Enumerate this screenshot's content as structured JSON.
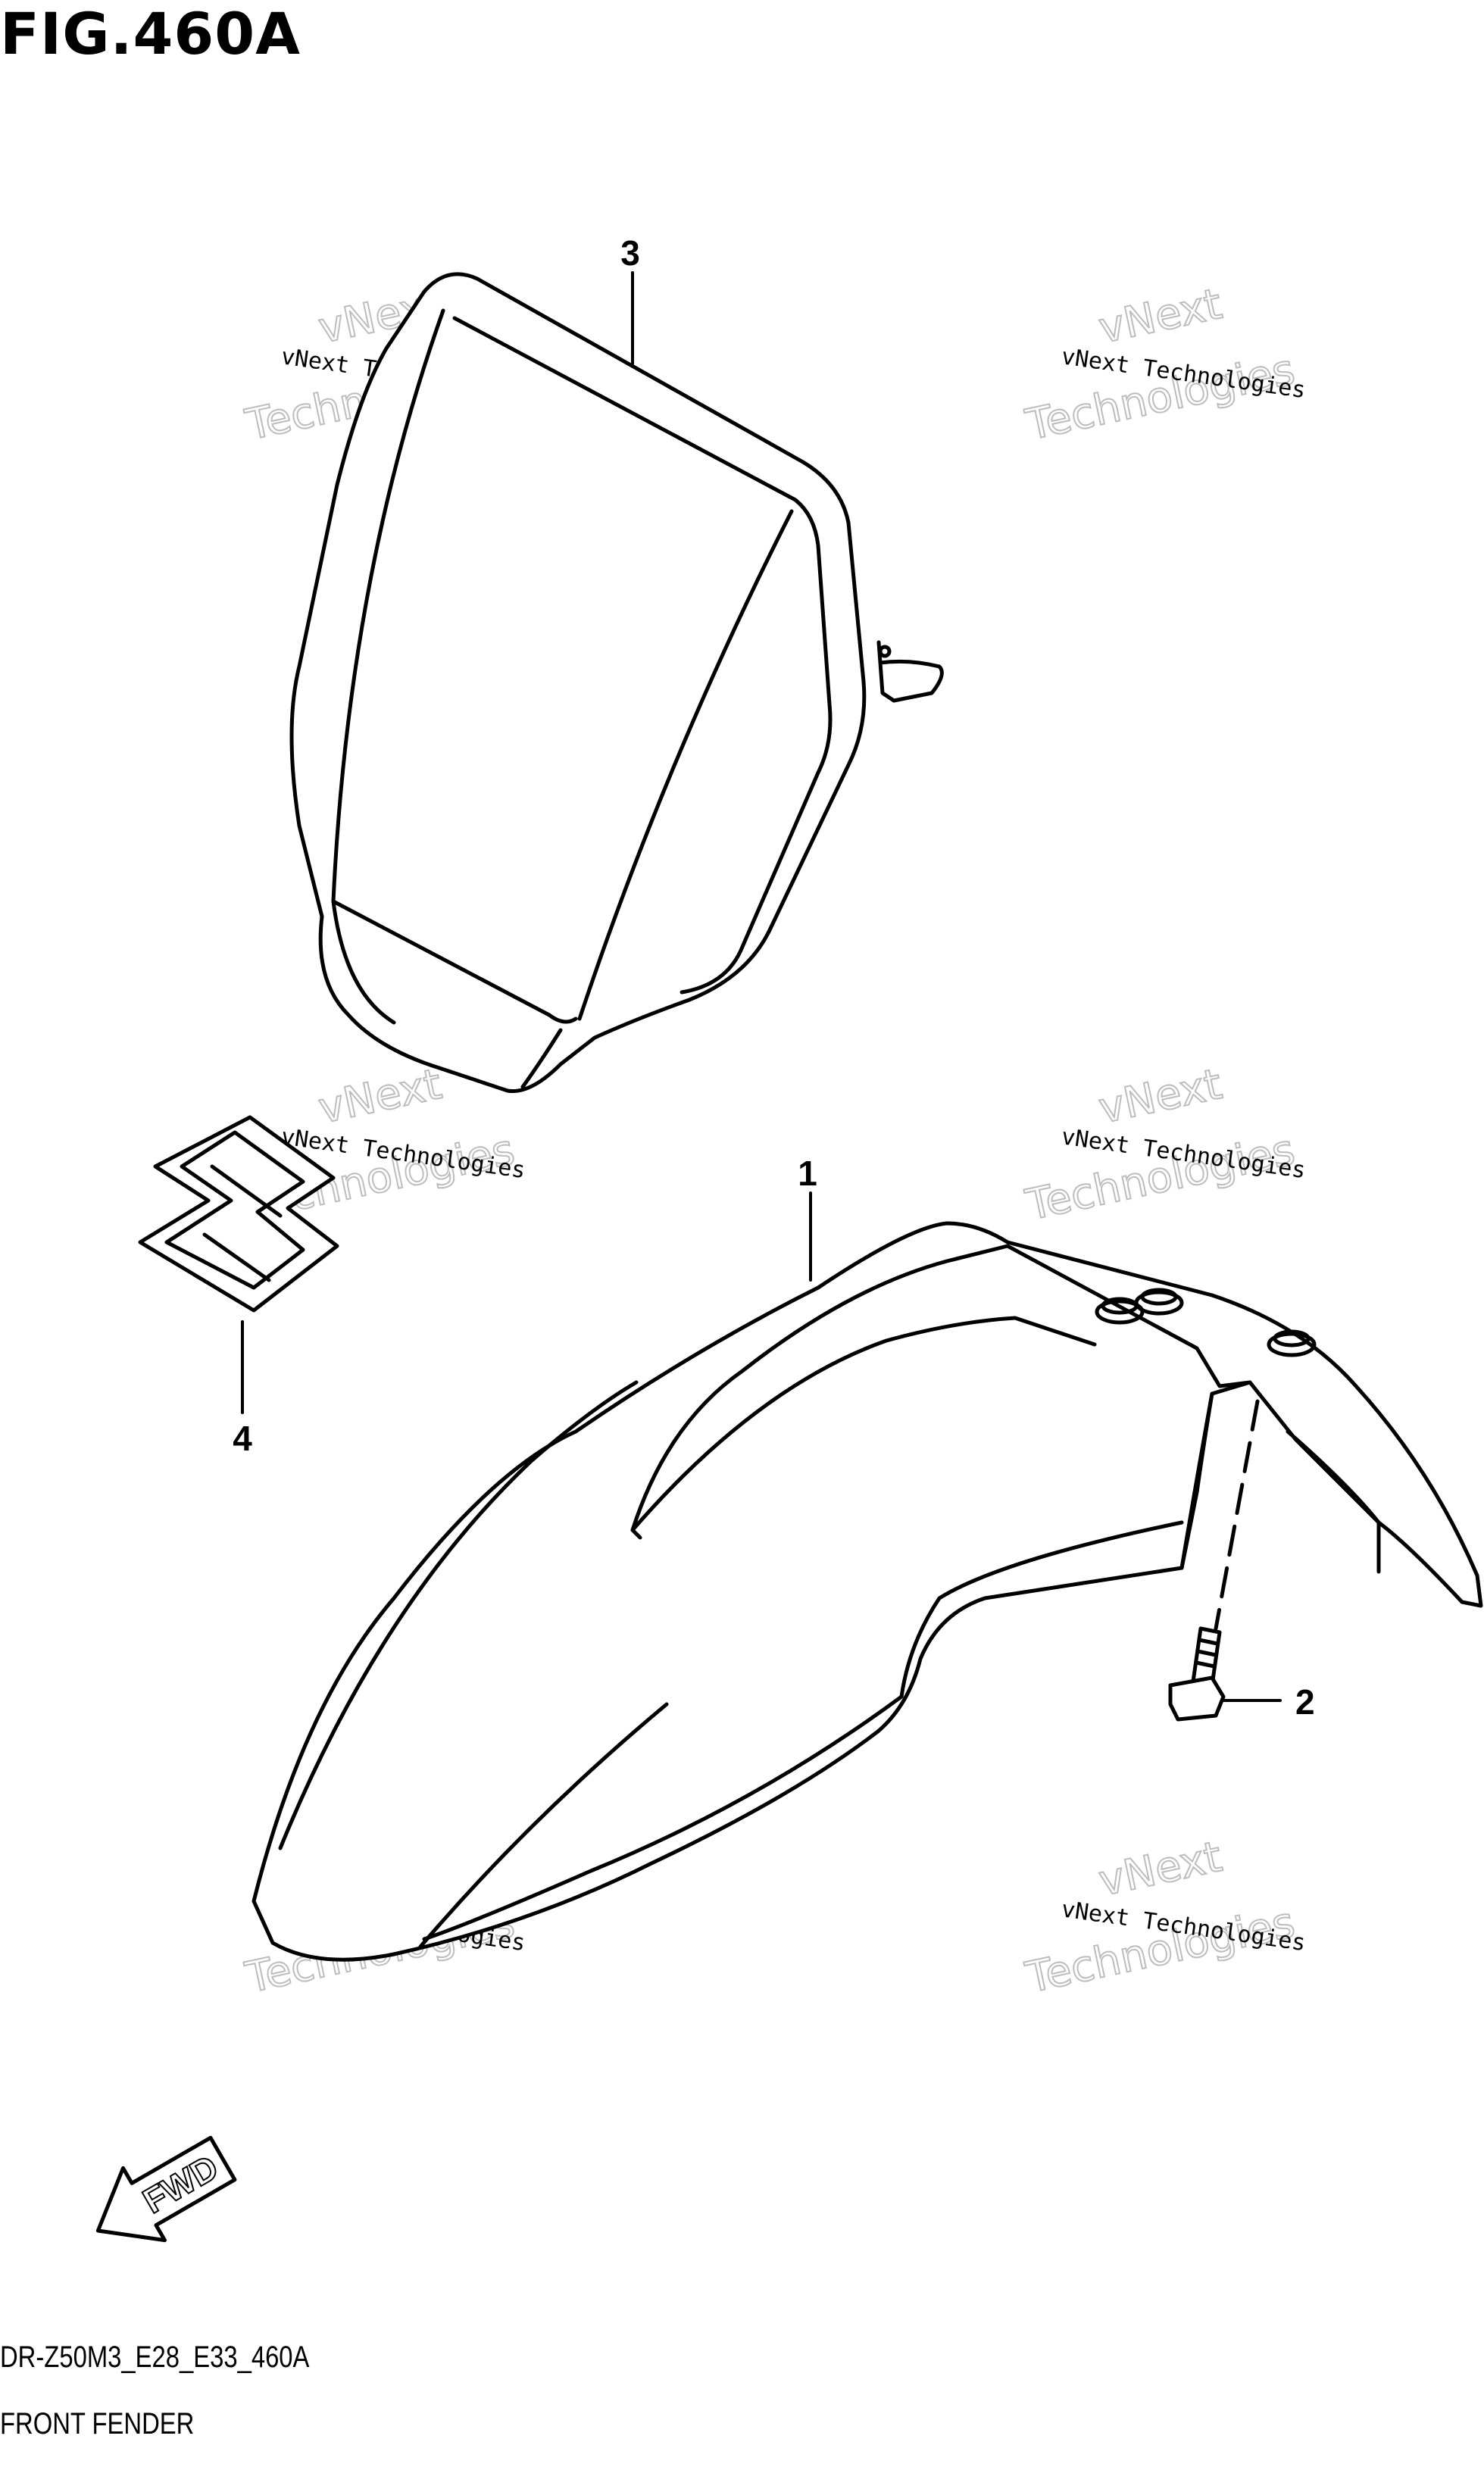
{
  "figure": {
    "title": "FIG.460A",
    "model_code": "DR-Z50M3_E28_E33_460A",
    "section_name": "FRONT FENDER"
  },
  "callouts": [
    {
      "id": "1",
      "label": "1"
    },
    {
      "id": "2",
      "label": "2"
    },
    {
      "id": "3",
      "label": "3"
    },
    {
      "id": "4",
      "label": "4"
    }
  ],
  "fwd_label": "FWD",
  "watermark": {
    "line1": "vNext Technologies",
    "big1": "vNext",
    "big2": "Technologies"
  },
  "icons": [
    "fwd-arrow-icon"
  ]
}
